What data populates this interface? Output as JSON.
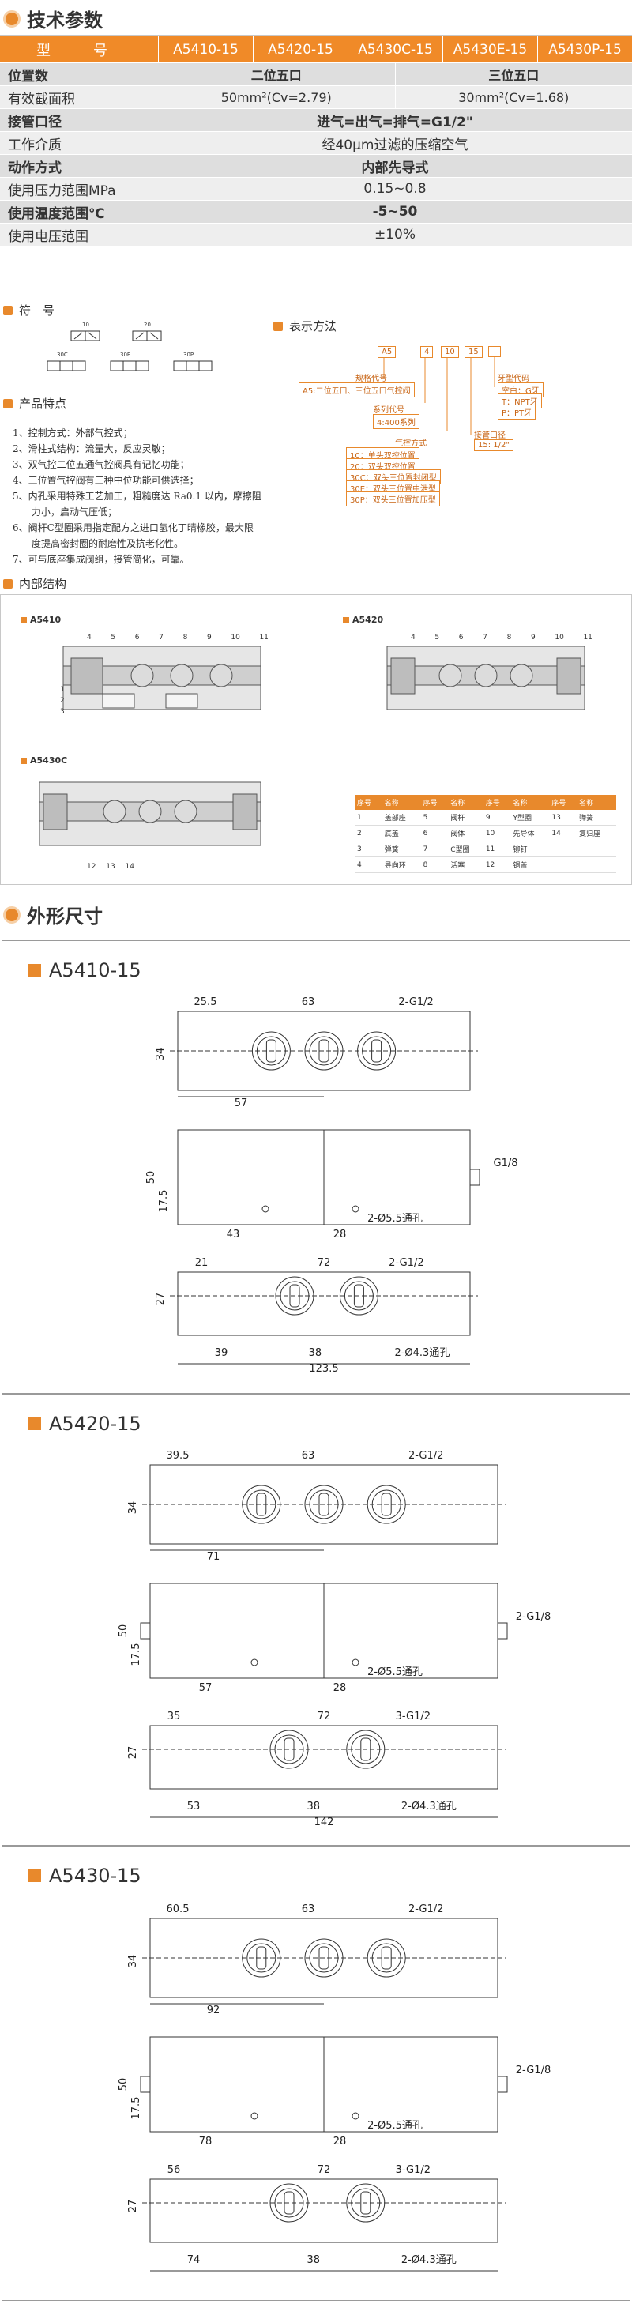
{
  "spec": {
    "section_title": "技术参数",
    "header": {
      "label": "型　号",
      "models": [
        "A5410-15",
        "A5420-15",
        "A5430C-15",
        "A5430E-15",
        "A5430P-15"
      ]
    },
    "rows": [
      {
        "label": "位置数",
        "left": "二位五口",
        "right": "三位五口",
        "bold": true
      },
      {
        "label": "有效截面积",
        "left": "50mm²(Cv=2.79)",
        "right": "30mm²(Cv=1.68)",
        "bold": false
      },
      {
        "label": "接管口径",
        "value": "进气=出气=排气=G1/2\"",
        "bold": true
      },
      {
        "label": "工作介质",
        "value": "经40μm过滤的压缩空气",
        "bold": false
      },
      {
        "label": "动作方式",
        "value": "内部先导式",
        "bold": true
      },
      {
        "label": "使用压力范围MPa",
        "value": "0.15~0.8",
        "bold": false
      },
      {
        "label": "使用温度范围℃",
        "value": "-5~50",
        "bold": true
      },
      {
        "label": "使用电压范围",
        "value": "±10%",
        "bold": false
      }
    ]
  },
  "symbol": {
    "title": "符　号",
    "labels": [
      "10",
      "20",
      "30C",
      "30E",
      "30P"
    ]
  },
  "notation": {
    "title": "表示方法",
    "codes": [
      "A5",
      "4",
      "10",
      "15",
      ""
    ],
    "blocks": [
      {
        "title": "规格代号",
        "lines": [
          "A5:二位五口、三位五口气控阀"
        ]
      },
      {
        "title": "系列代号",
        "lines": [
          "4:400系列"
        ]
      },
      {
        "title": "气控方式",
        "lines": [
          "10：单头双控位置",
          "20：双头双控位置",
          "30C：双头三位置封闭型",
          "30E：双头三位置中泄型",
          "30P：双头三位置加压型"
        ]
      },
      {
        "title": "接管口径",
        "lines": [
          "15: 1/2\""
        ]
      },
      {
        "title": "牙型代码",
        "lines": [
          "空白：G牙",
          "T：NPT牙",
          "P：PT牙"
        ]
      }
    ]
  },
  "features": {
    "title": "产品特点",
    "items": [
      "1、控制方式：外部气控式；",
      "2、滑柱式结构：流量大，反应灵敏；",
      "3、双气控二位五通气控阀具有记忆功能；",
      "4、三位置气控阀有三种中位功能可供选择；",
      "5、内孔采用特殊工艺加工，粗糙度达 Ra0.1 以内，摩擦阻",
      "　　力小，启动气压低；",
      "6、阀杆C型圈采用指定配方之进口氢化丁晴橡胶，最大限",
      "　　度提高密封圈的耐磨性及抗老化性。",
      "7、可与底座集成阀组，接管简化，可靠。"
    ]
  },
  "structure": {
    "title": "内部结构",
    "panels": [
      "A5410",
      "A5420",
      "A5430C"
    ],
    "callouts_top": [
      "4",
      "5",
      "6",
      "7",
      "8",
      "9",
      "10",
      "11"
    ],
    "callouts_left": [
      "1",
      "2",
      "3"
    ],
    "callouts_bottom": [
      "12",
      "13",
      "14"
    ],
    "parts_header": [
      "序号",
      "名称",
      "序号",
      "名称",
      "序号",
      "名称",
      "序号",
      "名称"
    ],
    "parts_rows": [
      [
        "1",
        "盖部座",
        "5",
        "阀杆",
        "9",
        "Y型圈",
        "13",
        "弹簧"
      ],
      [
        "2",
        "底盖",
        "6",
        "阀体",
        "10",
        "先导体",
        "14",
        "复归座"
      ],
      [
        "3",
        "弹簧",
        "7",
        "C型圈",
        "11",
        "铆钉",
        "",
        ""
      ],
      [
        "4",
        "导向环",
        "8",
        "活塞",
        "12",
        "铜盖",
        "",
        ""
      ]
    ]
  },
  "dimensions": {
    "section_title": "外形尺寸",
    "models": [
      {
        "name": "A5410-15",
        "top": {
          "a": "25.5",
          "b": "63",
          "port": "2-G1/2",
          "height": "34",
          "c": "57"
        },
        "side": {
          "height": "50",
          "sub": "17.5",
          "a": "43",
          "b": "28",
          "port": "G1/8",
          "hole": "2-Ø5.5通孔"
        },
        "front": {
          "a": "21",
          "b": "72",
          "port": "2-G1/2",
          "height": "27",
          "c": "39",
          "d": "38",
          "total": "123.5",
          "hole": "2-Ø4.3通孔"
        }
      },
      {
        "name": "A5420-15",
        "top": {
          "a": "39.5",
          "b": "63",
          "port": "2-G1/2",
          "height": "34",
          "c": "71"
        },
        "side": {
          "height": "50",
          "sub": "17.5",
          "a": "57",
          "b": "28",
          "port": "2-G1/8",
          "hole": "2-Ø5.5通孔"
        },
        "front": {
          "a": "35",
          "b": "72",
          "port": "3-G1/2",
          "height": "27",
          "c": "53",
          "d": "38",
          "total": "142",
          "hole": "2-Ø4.3通孔"
        }
      },
      {
        "name": "A5430-15",
        "top": {
          "a": "60.5",
          "b": "63",
          "port": "2-G1/2",
          "height": "34",
          "c": "92"
        },
        "side": {
          "height": "50",
          "sub": "17.5",
          "a": "78",
          "b": "28",
          "port": "2-G1/8",
          "hole": "2-Ø5.5通孔"
        },
        "front": {
          "a": "56",
          "b": "72",
          "port": "3-G1/2",
          "height": "27",
          "c": "74",
          "d": "38",
          "total": "",
          "hole": "2-Ø4.3通孔"
        }
      }
    ]
  },
  "colors": {
    "accent": "#e8892c",
    "header": "#f08a28",
    "row_light": "#eeeeee",
    "row_dark": "#dedede"
  }
}
